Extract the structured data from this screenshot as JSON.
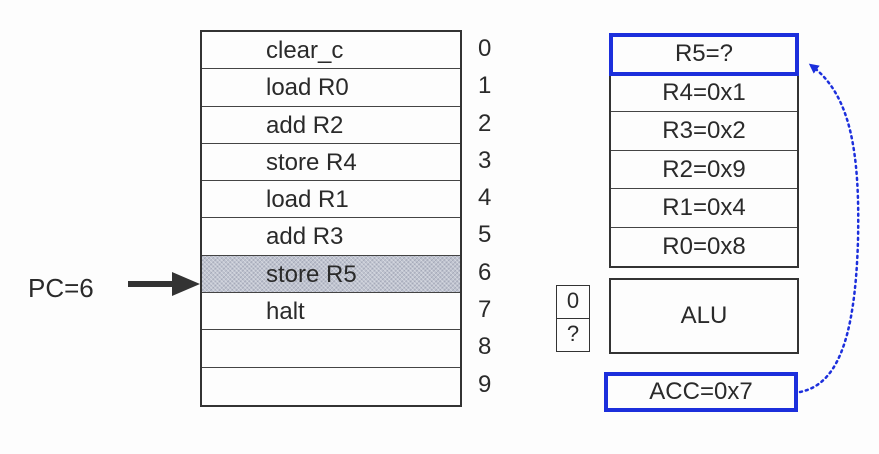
{
  "memory": {
    "instructions": [
      "clear_c",
      "load R0",
      "add R2",
      "store R4",
      "load R1",
      "add R3",
      "store R5",
      "halt",
      "",
      ""
    ],
    "addresses": [
      "0",
      "1",
      "2",
      "3",
      "4",
      "5",
      "6",
      "7",
      "8",
      "9"
    ],
    "highlighted_address": "6"
  },
  "pc": {
    "label": "PC=6"
  },
  "registers": {
    "items": [
      "R5=?",
      "R4=0x1",
      "R3=0x2",
      "R2=0x9",
      "R1=0x4",
      "R0=0x8"
    ],
    "selected": "R5=?"
  },
  "alu": {
    "label": "ALU",
    "flags": [
      "0",
      "?"
    ]
  },
  "accumulator": {
    "label": "ACC=0x7"
  },
  "colors": {
    "highlight_outline": "#1c2fdc",
    "dotted_arrow": "#1c2fdc",
    "ink": "#2a2a2a"
  }
}
